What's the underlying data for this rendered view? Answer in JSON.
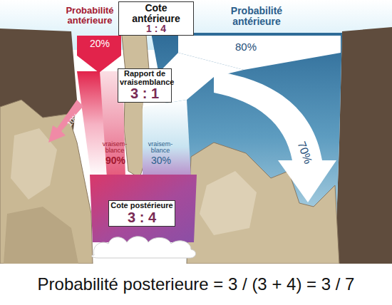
{
  "diagram": {
    "caption": "Probabilité posterieure = 3 / (3 + 4) = 3 / 7",
    "nodes": [
      {
        "text": [
          "Cote antérieure",
          "1 : 4"
        ]
      },
      {
        "text": [
          "Rapport de vraisemblance",
          "3 : 1"
        ]
      },
      {
        "text": [
          "Cote postérieure",
          "3 : 4"
        ]
      }
    ],
    "labels": [
      "Probabilité antérieure",
      "Probabilité antérieure",
      "20%",
      "80%",
      "10%",
      "vraisem- blance",
      "90%",
      "vraisem- blance",
      "30%",
      "70%"
    ]
  }
}
